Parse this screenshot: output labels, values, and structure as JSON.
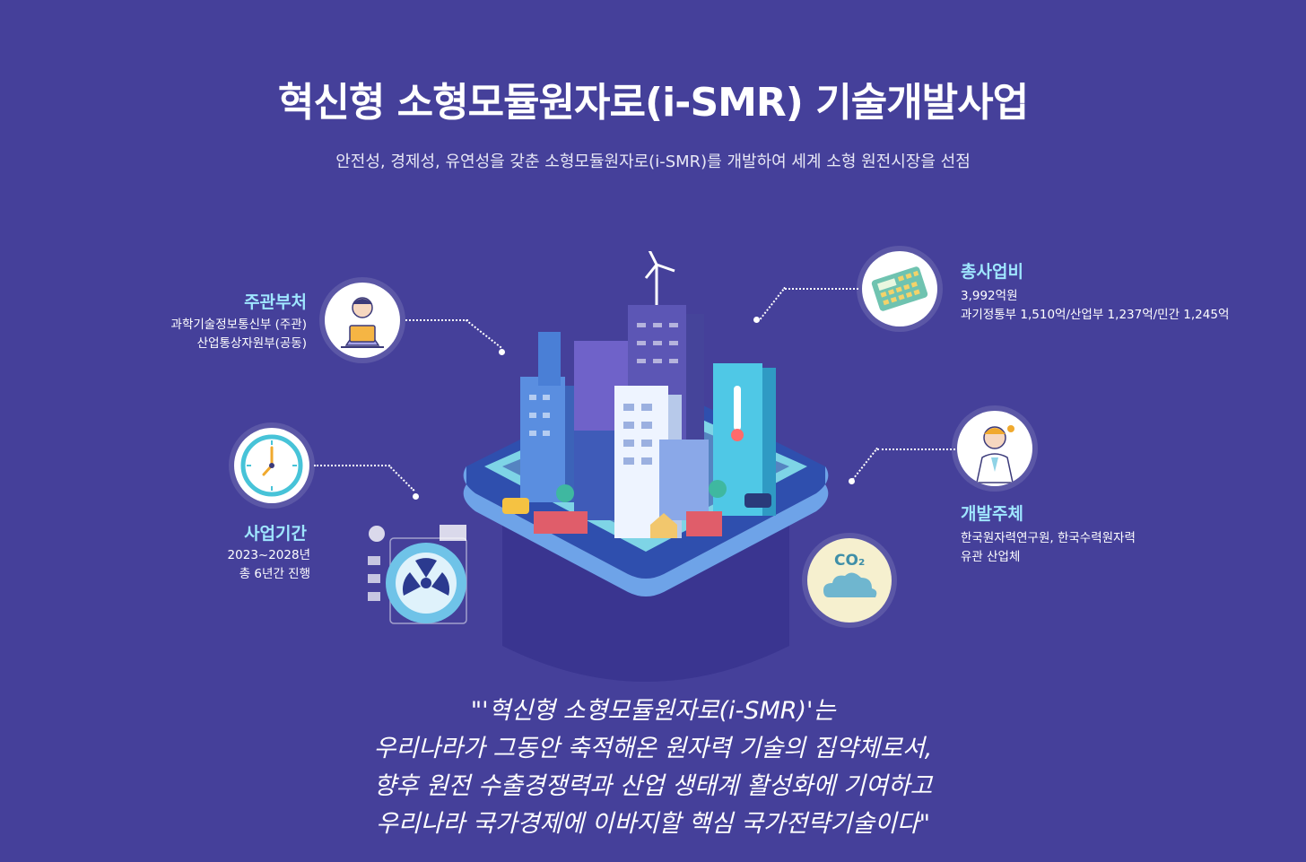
{
  "header": {
    "title": "혁신형 소형모듈원자로(i-SMR) 기술개발사업",
    "subtitle": "안전성, 경제성, 유연성을 갖춘 소형모듈원자로(i-SMR)를 개발하여 세계 소형 원전시장을 선점"
  },
  "items": {
    "ministry": {
      "label": "주관부처",
      "lines": [
        "과학기술정보통신부 (주관)",
        "산업통상자원부(공동)"
      ],
      "icon": "person-laptop-icon"
    },
    "period": {
      "label": "사업기간",
      "lines": [
        "2023~2028년",
        "총 6년간 진행"
      ],
      "icon": "clock-icon"
    },
    "budget": {
      "label": "총사업비",
      "lines": [
        "3,992억원",
        "과기정통부 1,510억/산업부 1,237억/민간 1,245억"
      ],
      "icon": "calculator-icon"
    },
    "developer": {
      "label": "개발주체",
      "lines": [
        "한국원자력연구원, 한국수력원자력",
        "유관 산업체"
      ],
      "icon": "scientist-icon"
    }
  },
  "co2": {
    "text": "CO₂",
    "icon": "co2-cloud-icon"
  },
  "quote": {
    "lines": [
      "\"'혁신형 소형모듈원자로(i-SMR)'는",
      "우리나라가 그동안 축적해온 원자력 기술의 집약체로서,",
      "향후 원전 수출경쟁력과 산업 생태계 활성화에 기여하고",
      "우리나라 국가경제에 이바지할 핵심 국가전략기술이다\""
    ]
  },
  "colors": {
    "background": "#45409a",
    "accent": "#9fe6ff",
    "text": "#ffffff"
  }
}
